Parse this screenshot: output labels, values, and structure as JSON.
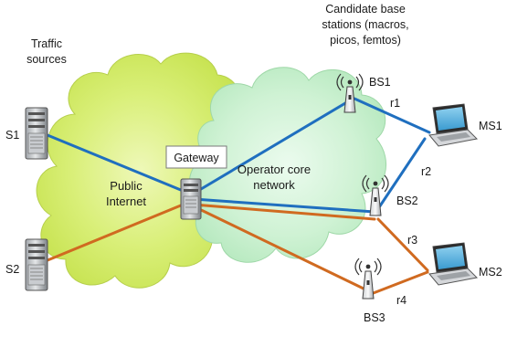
{
  "labels": {
    "traffic_sources": [
      "Traffic",
      "sources"
    ],
    "candidate_bs": [
      "Candidate base",
      "stations (macros,",
      "picos, femtos)"
    ],
    "public_internet": [
      "Public",
      "Internet"
    ],
    "operator_core": [
      "Operator core",
      "network"
    ],
    "gateway": "Gateway"
  },
  "nodes": {
    "s1": "S1",
    "s2": "S2",
    "bs1": "BS1",
    "bs2": "BS2",
    "bs3": "BS3",
    "ms1": "MS1",
    "ms2": "MS2"
  },
  "links": {
    "r1": "r1",
    "r2": "r2",
    "r3": "r3",
    "r4": "r4"
  },
  "colors": {
    "flow1": "#1f6fbf",
    "flow2": "#d06a20",
    "cloud_internet": "#d4ec6e",
    "cloud_core": "#c6f0cc"
  }
}
